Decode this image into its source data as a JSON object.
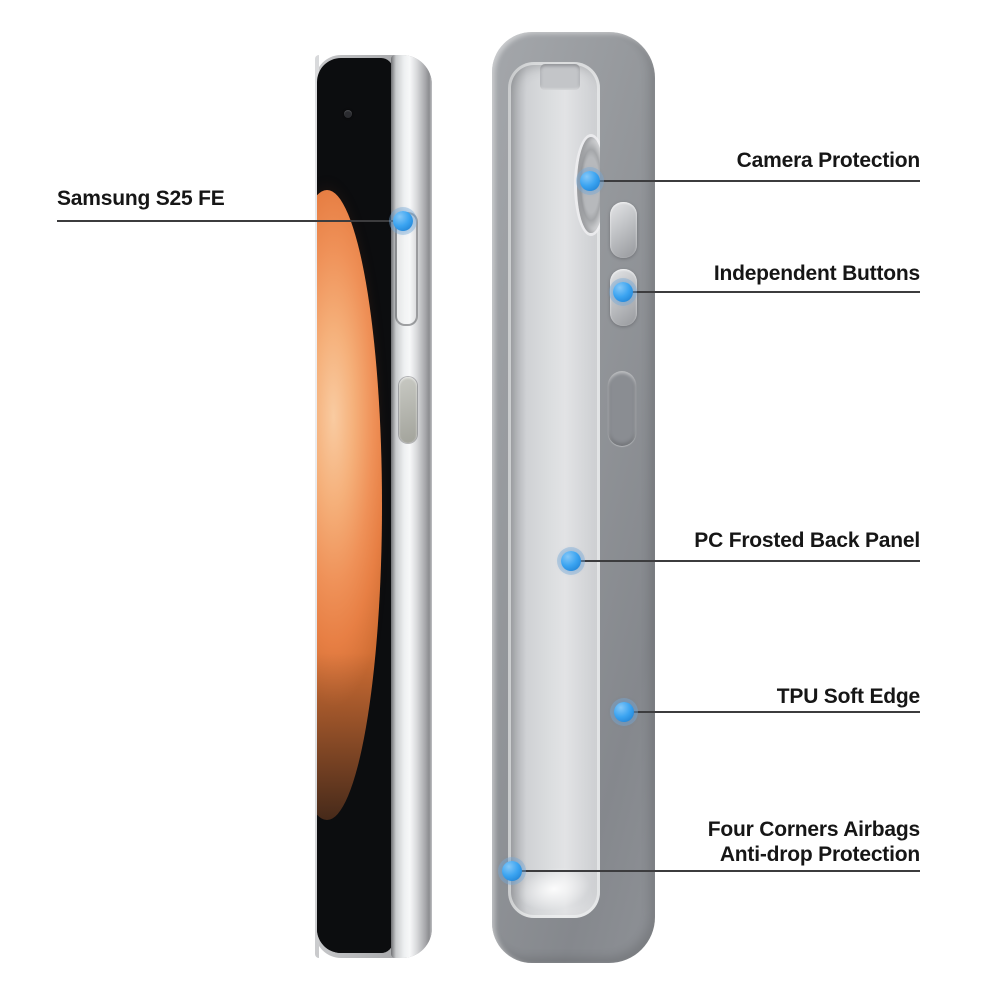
{
  "image": {
    "title": "Samsung S25 FE case feature diagram",
    "background": "#ffffff"
  },
  "colors": {
    "accent_blue": "#2d9bef",
    "leader_line": "#3c3c3e",
    "label_text": "#161616",
    "case_gray": "#8f9296",
    "case_inner_gray": "#dcdee0",
    "phone_frame_silver": "#eef0f1",
    "screen_black": "#0c0d0f",
    "wallpaper_orange": "#ef9158"
  },
  "callouts": {
    "phone_model": {
      "label": "Samsung S25 FE",
      "side": "left"
    },
    "camera_protection": {
      "label": "Camera Protection",
      "side": "right"
    },
    "independent_buttons": {
      "label": "Independent Buttons",
      "side": "right"
    },
    "back_panel": {
      "label": "PC Frosted Back Panel",
      "side": "right"
    },
    "soft_edge": {
      "label": "TPU Soft Edge",
      "side": "right"
    },
    "airbags": {
      "label_line1": "Four Corners Airbags",
      "label_line2": "Anti-drop Protection",
      "side": "right"
    }
  }
}
